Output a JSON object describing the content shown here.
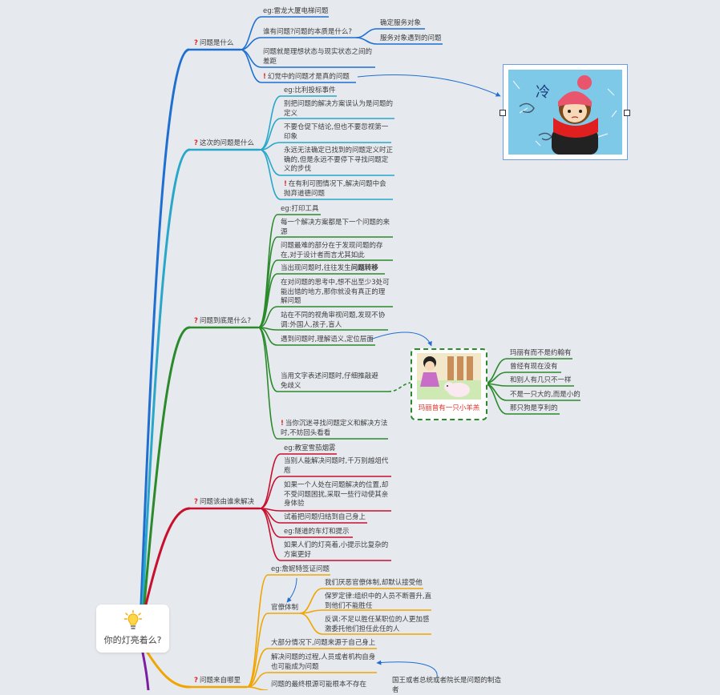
{
  "root": {
    "title": "你的灯亮着么?",
    "icon": "lightbulb-icon"
  },
  "colors": {
    "blue": "#1f6fd1",
    "teal": "#29a7c9",
    "green": "#2b8a2b",
    "red": "#c8102e",
    "orange": "#f0a500",
    "purple": "#7b1fa2",
    "question": "#e02424",
    "background": "#e6e9ee"
  },
  "branches": [
    {
      "title": "问题是什么",
      "color": "blue",
      "children": [
        "eg:雷龙大厦电梯问题",
        "谁有问题?问题的本质是什么?",
        "问题就是理想状态与现实状态之间的差距",
        "幻觉中的问题才是真的问题"
      ],
      "grandchildren": [
        "确定服务对象",
        "服务对象遇到的问题"
      ]
    },
    {
      "title": "这次的问题是什么",
      "color": "teal",
      "children": [
        "eg:比利投标事件",
        "别把问题的解决方案误认为是问题的定义",
        "不要仓促下结论,但也不要忽视第一印象",
        "永远无法确定已找到的问题定义时正确的,但是永远不要停下寻找问题定义的步伐",
        "在有利可图情况下,解决问题中会抛弃道德问题"
      ]
    },
    {
      "title": "问题到底是什么?",
      "color": "green",
      "children": [
        "eg:打印工具",
        "每一个解决方案都是下一个问题的来源",
        "问题最难的部分在于发现问题的存在,对于设计者而言尤其如此",
        "当出现问题时,往往发生",
        "在对问题的思考中,想不出至少3处可能出错的地方,那你就没有真正的理解问题",
        "站在不同的视角审视问题,发现不协调:外国人,孩子,盲人",
        "遇到问题时,理解语义,定位层面",
        "当用文字表述问题时,仔细推敲避免歧义",
        "当你沉迷寻找问题定义和解决方法时,不妨回头看看"
      ],
      "emphasis": "问题转移",
      "image_caption": "玛丽曾有一只小羊羔",
      "image_children": [
        "玛丽有而不是约翰有",
        "曾经有现在没有",
        "和别人有几只不一样",
        "不是一只大的,而是小的",
        "那只狗是亨利的"
      ]
    },
    {
      "title": "问题该由谁来解决",
      "color": "red",
      "children": [
        "eg:教室雪茄烟雾",
        "当别人能解决问题时,千万别越俎代庖",
        "如果一个人处在问题解决的位置,却不受问题困扰,采取一些行动使其亲身体验",
        "试着把问题归结到自己身上",
        "eg:隧道的车灯和提示",
        "如果人们的灯亮着,小提示比复杂的方案更好"
      ]
    },
    {
      "title": "问题来自哪里",
      "color": "orange",
      "children": [
        "eg:詹妮特签证问题",
        "官僚体制",
        "大部分情况下,问题来源于自己身上",
        "解决问题的过程,人员或者机构自身也可能成为问题",
        "问题的最终根源可能根本不存在"
      ],
      "grandchildren": [
        "我们厌恶官僚体制,却默认接受他",
        "保罗定律:组织中的人员不断晋升,直到他们不能胜任",
        "反讽:不足以胜任某职位的人更加感激委托他们担任此任的人"
      ],
      "side_note": "国王或者总统或者院长是问题的制造者"
    }
  ],
  "images": {
    "cold_girl_glyph": "冷"
  }
}
